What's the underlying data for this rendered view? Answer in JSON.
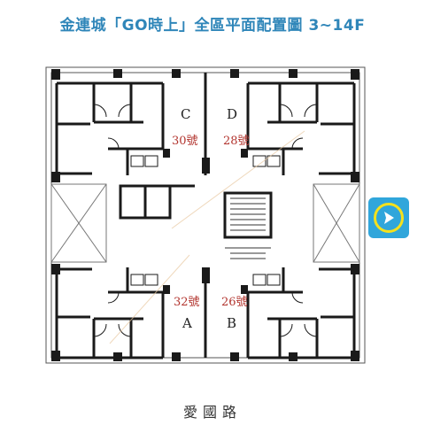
{
  "header": {
    "title": "金連城「GO時上」全區平面配置圖 3~14F"
  },
  "plan": {
    "units": [
      {
        "letter": "C",
        "number": "30號"
      },
      {
        "letter": "D",
        "number": "28號"
      },
      {
        "letter": "A",
        "number": "32號"
      },
      {
        "letter": "B",
        "number": "26號"
      }
    ]
  },
  "footer": {
    "street": "愛國路"
  },
  "nav_button": {
    "icon": "navigate-arrow-icon",
    "ring_color": "#f5e11c",
    "bg_color": "#30a6db"
  },
  "colors": {
    "title": "#2f86b9",
    "unit_number": "#b2342e",
    "wall": "#1a1a1a"
  }
}
